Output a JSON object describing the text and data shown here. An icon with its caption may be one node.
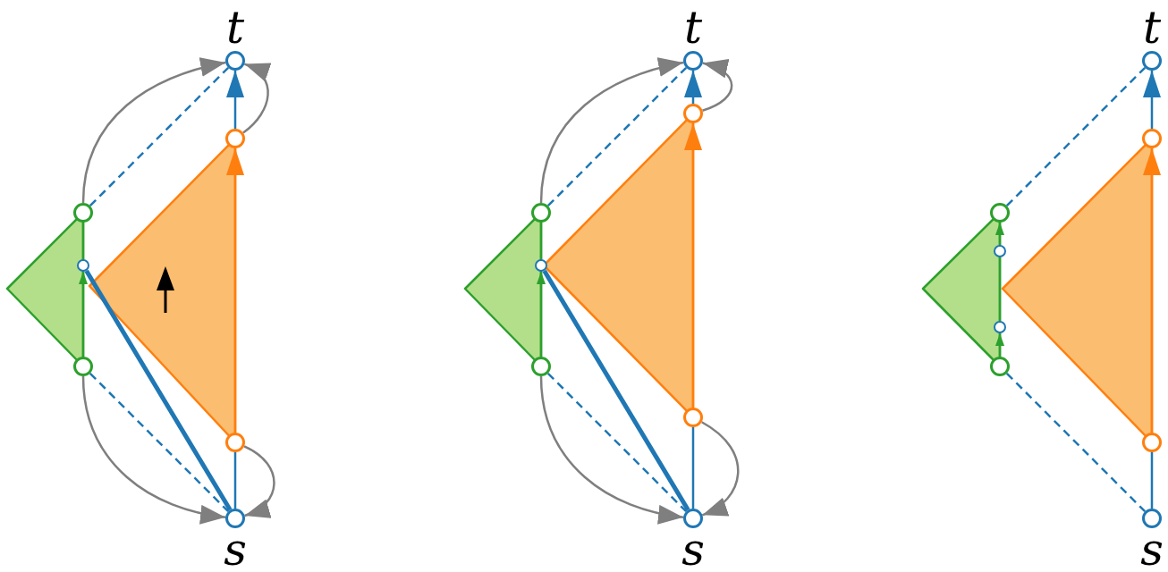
{
  "diagram": {
    "nodes": [
      {
        "text": [],
        "shape": "circle",
        "beside": [
          "t"
        ]
      },
      {
        "text": [],
        "shape": "circle"
      },
      {
        "text": [],
        "shape": "circle"
      },
      {
        "text": [],
        "shape": "circle"
      },
      {
        "text": [],
        "shape": "circle"
      },
      {
        "text": [],
        "shape": "circle"
      },
      {
        "text": [],
        "shape": "circle",
        "beside": [
          "s"
        ]
      },
      {
        "text": [],
        "shape": "circle",
        "beside": [
          "t"
        ]
      },
      {
        "text": [],
        "shape": "circle"
      },
      {
        "text": [],
        "shape": "circle"
      },
      {
        "text": [],
        "shape": "circle"
      },
      {
        "text": [],
        "shape": "circle"
      },
      {
        "text": [],
        "shape": "circle"
      },
      {
        "text": [],
        "shape": "circle",
        "beside": [
          "s"
        ]
      },
      {
        "text": [],
        "shape": "circle",
        "beside": [
          "t"
        ]
      },
      {
        "text": [],
        "shape": "circle"
      },
      {
        "text": [],
        "shape": "circle"
      },
      {
        "text": [],
        "shape": "circle"
      },
      {
        "text": [],
        "shape": "circle"
      },
      {
        "text": [],
        "shape": "circle"
      },
      {
        "text": [],
        "shape": "circle"
      },
      {
        "text": [],
        "shape": "circle",
        "beside": [
          "s"
        ]
      }
    ],
    "edges": [
      {
        "from": 5,
        "to": 1,
        "arrow": "to",
        "color": "#ff7f0e"
      },
      {
        "from": 1,
        "to": 0,
        "arrow": "to"
      },
      {
        "from": 6,
        "to": 5,
        "arrow": "none"
      },
      {
        "from": 4,
        "to": 3,
        "arrow": "to",
        "color": "#2ca02c"
      },
      {
        "from": 3,
        "to": 2,
        "arrow": "none",
        "color": "#2ca02c"
      },
      {
        "from": 6,
        "to": 3,
        "arrow": "none",
        "style": "thick"
      },
      {
        "from": 2,
        "to": 0,
        "arrow": "none",
        "style": "dashed"
      },
      {
        "from": 4,
        "to": 6,
        "arrow": "none",
        "style": "dashed"
      },
      {
        "from": 2,
        "to": 0,
        "arrow": "to",
        "color": "#7f7f7f"
      },
      {
        "from": 1,
        "to": 0,
        "arrow": "to",
        "color": "#7f7f7f"
      },
      {
        "from": 4,
        "to": 6,
        "arrow": "to",
        "color": "#7f7f7f"
      },
      {
        "from": 5,
        "to": 6,
        "arrow": "to",
        "color": "#7f7f7f"
      },
      {
        "from": 12,
        "to": 8,
        "arrow": "to",
        "color": "#ff7f0e"
      },
      {
        "from": 8,
        "to": 7,
        "arrow": "to"
      },
      {
        "from": 13,
        "to": 12,
        "arrow": "none"
      },
      {
        "from": 11,
        "to": 10,
        "arrow": "to",
        "color": "#2ca02c"
      },
      {
        "from": 10,
        "to": 9,
        "arrow": "none",
        "color": "#2ca02c"
      },
      {
        "from": 13,
        "to": 10,
        "arrow": "none",
        "style": "thick"
      },
      {
        "from": 9,
        "to": 7,
        "arrow": "none",
        "style": "dashed"
      },
      {
        "from": 11,
        "to": 13,
        "arrow": "none",
        "style": "dashed"
      },
      {
        "from": 9,
        "to": 7,
        "arrow": "to",
        "color": "#7f7f7f"
      },
      {
        "from": 8,
        "to": 7,
        "arrow": "to",
        "color": "#7f7f7f"
      },
      {
        "from": 11,
        "to": 13,
        "arrow": "to",
        "color": "#7f7f7f"
      },
      {
        "from": 12,
        "to": 13,
        "arrow": "to",
        "color": "#7f7f7f"
      },
      {
        "from": 20,
        "to": 15,
        "arrow": "to",
        "color": "#ff7f0e"
      },
      {
        "from": 15,
        "to": 14,
        "arrow": "to"
      },
      {
        "from": 21,
        "to": 20,
        "arrow": "none"
      },
      {
        "from": 17,
        "to": 16,
        "arrow": "to",
        "color": "#2ca02c"
      },
      {
        "from": 18,
        "to": 17,
        "arrow": "none",
        "color": "#2ca02c"
      },
      {
        "from": 19,
        "to": 18,
        "arrow": "to",
        "color": "#2ca02c"
      },
      {
        "from": 16,
        "to": 14,
        "arrow": "none",
        "style": "dashed"
      },
      {
        "from": 19,
        "to": 21,
        "arrow": "none",
        "style": "dashed"
      }
    ]
  }
}
